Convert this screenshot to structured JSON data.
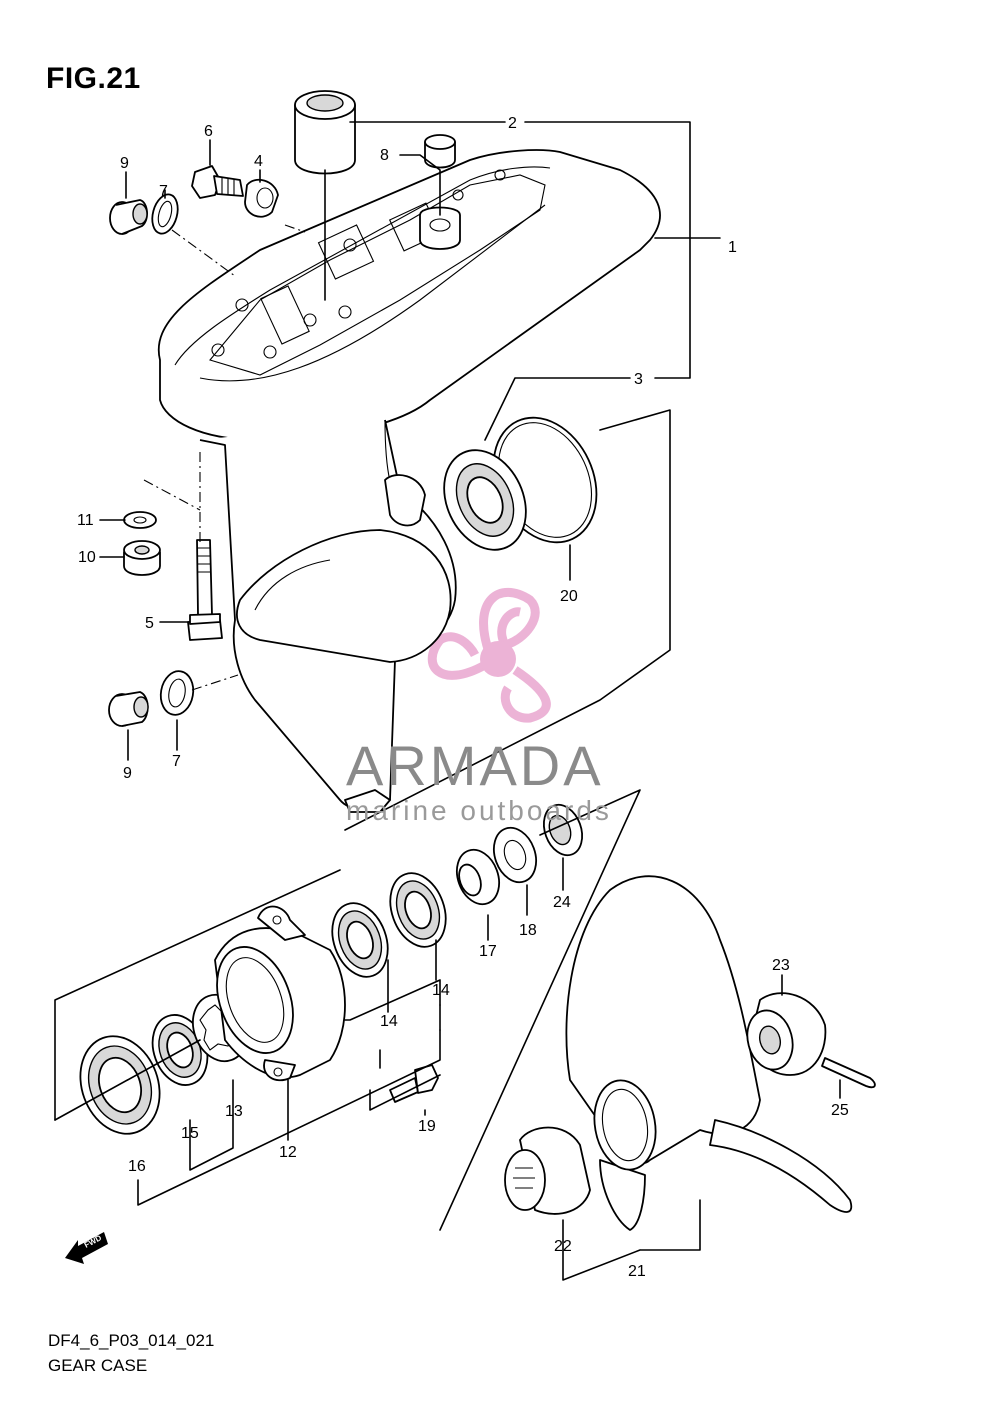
{
  "figure": {
    "title": "FIG.21"
  },
  "footer": {
    "code": "DF4_6_P03_014_021",
    "name": "GEAR CASE"
  },
  "watermark": {
    "brand": "ARMADA",
    "tagline": "marine outboards",
    "logo_color": "#e9a6cf"
  },
  "fwd_arrow": {
    "label": "FWD"
  },
  "callouts": [
    "1",
    "2",
    "3",
    "4",
    "5",
    "6",
    "7",
    "7",
    "8",
    "9",
    "9",
    "10",
    "11",
    "12",
    "13",
    "14",
    "14",
    "15",
    "16",
    "17",
    "18",
    "19",
    "20",
    "21",
    "22",
    "23",
    "24",
    "25"
  ]
}
